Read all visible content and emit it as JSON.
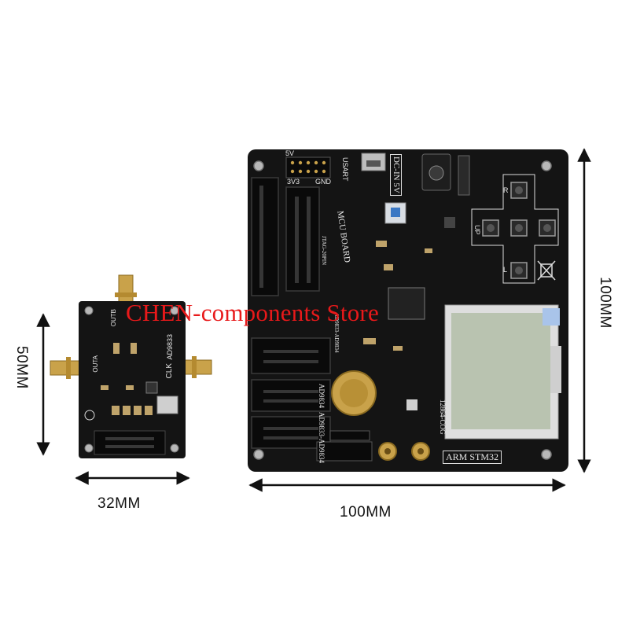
{
  "watermark": {
    "text": "CHEN-components Store",
    "color": "#e8191a"
  },
  "dimensions": {
    "small_height": "50MM",
    "small_width": "32MM",
    "large_width": "100MM",
    "large_height": "100MM"
  },
  "small_board": {
    "labels": {
      "outa": "OUTA",
      "outb": "OUTB",
      "chip": "AD9833",
      "clk": "CLK"
    }
  },
  "large_board": {
    "labels": {
      "v5": "5V",
      "v3v3": "3V3",
      "gnd": "GND",
      "usart": "USART",
      "dc_in": "DC-IN",
      "dc_5v": "5V",
      "mcu": "MCU",
      "board": "BOARD",
      "jtag": "JTAG-20PIN",
      "r": "R",
      "up": "UP",
      "l": "L",
      "ad9833_ad9834": "AD9833-AD9834",
      "ad9834": "AD9834",
      "ad9833_ad9834_bottom": "AD9833-AD9834",
      "lcd": "12864-COG",
      "arm": "ARM",
      "stm32": "STM32"
    }
  },
  "colors": {
    "pcb": "#141414",
    "gold": "#c9a24a",
    "lcd": "#b9c3b0",
    "arrow": "#111111"
  }
}
